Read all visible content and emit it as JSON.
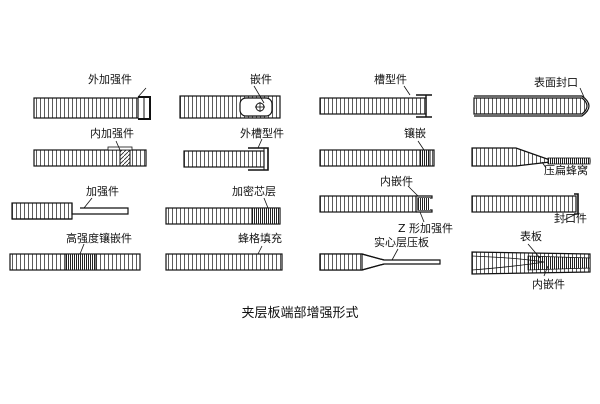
{
  "caption": "夹层板端部增强形式",
  "diagrams": [
    {
      "id": "d1",
      "label": "外加强件"
    },
    {
      "id": "d2",
      "label": "嵌件"
    },
    {
      "id": "d3",
      "label": "槽型件"
    },
    {
      "id": "d4",
      "label": "表面封口"
    },
    {
      "id": "d5",
      "label": "内加强件"
    },
    {
      "id": "d6",
      "label": "外槽型件"
    },
    {
      "id": "d7",
      "label": "镶嵌"
    },
    {
      "id": "d8",
      "label": "压扁蜂窝"
    },
    {
      "id": "d9",
      "label": "加强件"
    },
    {
      "id": "d10",
      "label": "加密芯层"
    },
    {
      "id": "d11",
      "label": "内嵌件"
    },
    {
      "id": "d12",
      "label": "Z 形加强件"
    },
    {
      "id": "d13",
      "label": "封口件"
    },
    {
      "id": "d14",
      "label": "高强度镶嵌件"
    },
    {
      "id": "d15",
      "label": "蜂格填充"
    },
    {
      "id": "d16",
      "label": "实心层压板"
    },
    {
      "id": "d17",
      "label": "表板"
    },
    {
      "id": "d18",
      "label": "内嵌件"
    }
  ]
}
